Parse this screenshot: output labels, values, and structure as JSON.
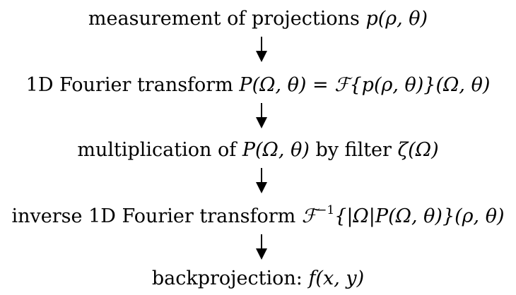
{
  "steps": [
    {
      "text": "measurement of projections ",
      "math": "p(ρ, θ)"
    },
    {
      "text": "1D Fourier transform ",
      "lhs": "P(Ω, θ)",
      "eq": " = ",
      "op": "ℱ",
      "arg": "{p(ρ, θ)}(Ω, θ)"
    },
    {
      "text": "multiplication of ",
      "math": "P(Ω, θ)",
      "text2": " by filter ",
      "math2": "ζ(Ω)"
    },
    {
      "text": "inverse 1D Fourier transform ",
      "op": "ℱ",
      "sup": "−1",
      "arg": "{|Ω|P(Ω, θ)}(ρ, θ)"
    },
    {
      "text": "backprojection: ",
      "math": "f(x, y)"
    }
  ],
  "colors": {
    "text": "#000000",
    "arrow": "#000000",
    "background": "#ffffff"
  }
}
